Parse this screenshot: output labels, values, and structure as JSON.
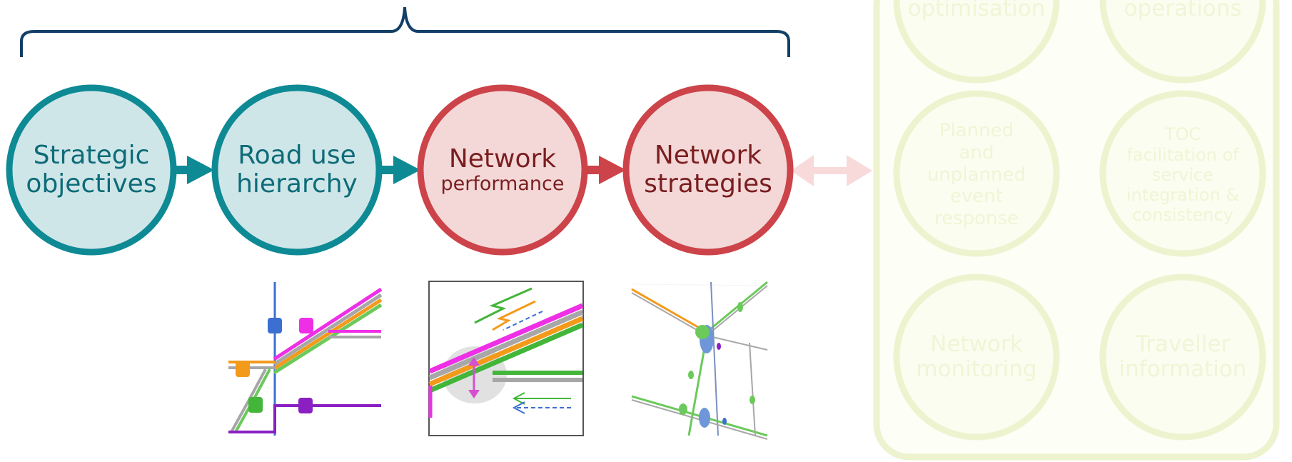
{
  "process": {
    "steps": [
      {
        "id": "strategic-objectives",
        "lines": [
          "Strategic",
          "objectives"
        ],
        "style": "teal"
      },
      {
        "id": "road-use-hierarchy",
        "lines": [
          "Road use",
          "hierarchy"
        ],
        "style": "teal"
      },
      {
        "id": "network-performance",
        "lines": [
          "Network",
          "performance"
        ],
        "style": "red"
      },
      {
        "id": "network-strategies",
        "lines": [
          "Network",
          "strategies"
        ],
        "style": "red"
      }
    ]
  },
  "operations": {
    "items": [
      {
        "id": "optimisation",
        "lines": [
          "optimisation"
        ]
      },
      {
        "id": "operations",
        "lines": [
          "operations"
        ]
      },
      {
        "id": "event-response",
        "lines": [
          "Planned",
          "and",
          "unplanned",
          "event",
          "response"
        ]
      },
      {
        "id": "toc-facilitation",
        "lines": [
          "TOC",
          "facilitation of",
          "service",
          "integration &",
          "consistency"
        ]
      },
      {
        "id": "network-monitoring",
        "lines": [
          "Network",
          "monitoring"
        ]
      },
      {
        "id": "traveller-information",
        "lines": [
          "Traveller",
          "information"
        ]
      }
    ]
  },
  "colors": {
    "teal": "#0e8a95",
    "teal_fill": "#cfe6e9",
    "red": "#cc4349",
    "red_fill": "#f4d8d8",
    "brace": "#123f66",
    "faint": "#f3f7de",
    "faint_stroke": "#eef3cf",
    "faint_arrow": "#f8dada"
  },
  "icons": [
    "car-icon",
    "pedestrian-icon",
    "bus-icon",
    "tram-icon",
    "bicycle-icon"
  ]
}
